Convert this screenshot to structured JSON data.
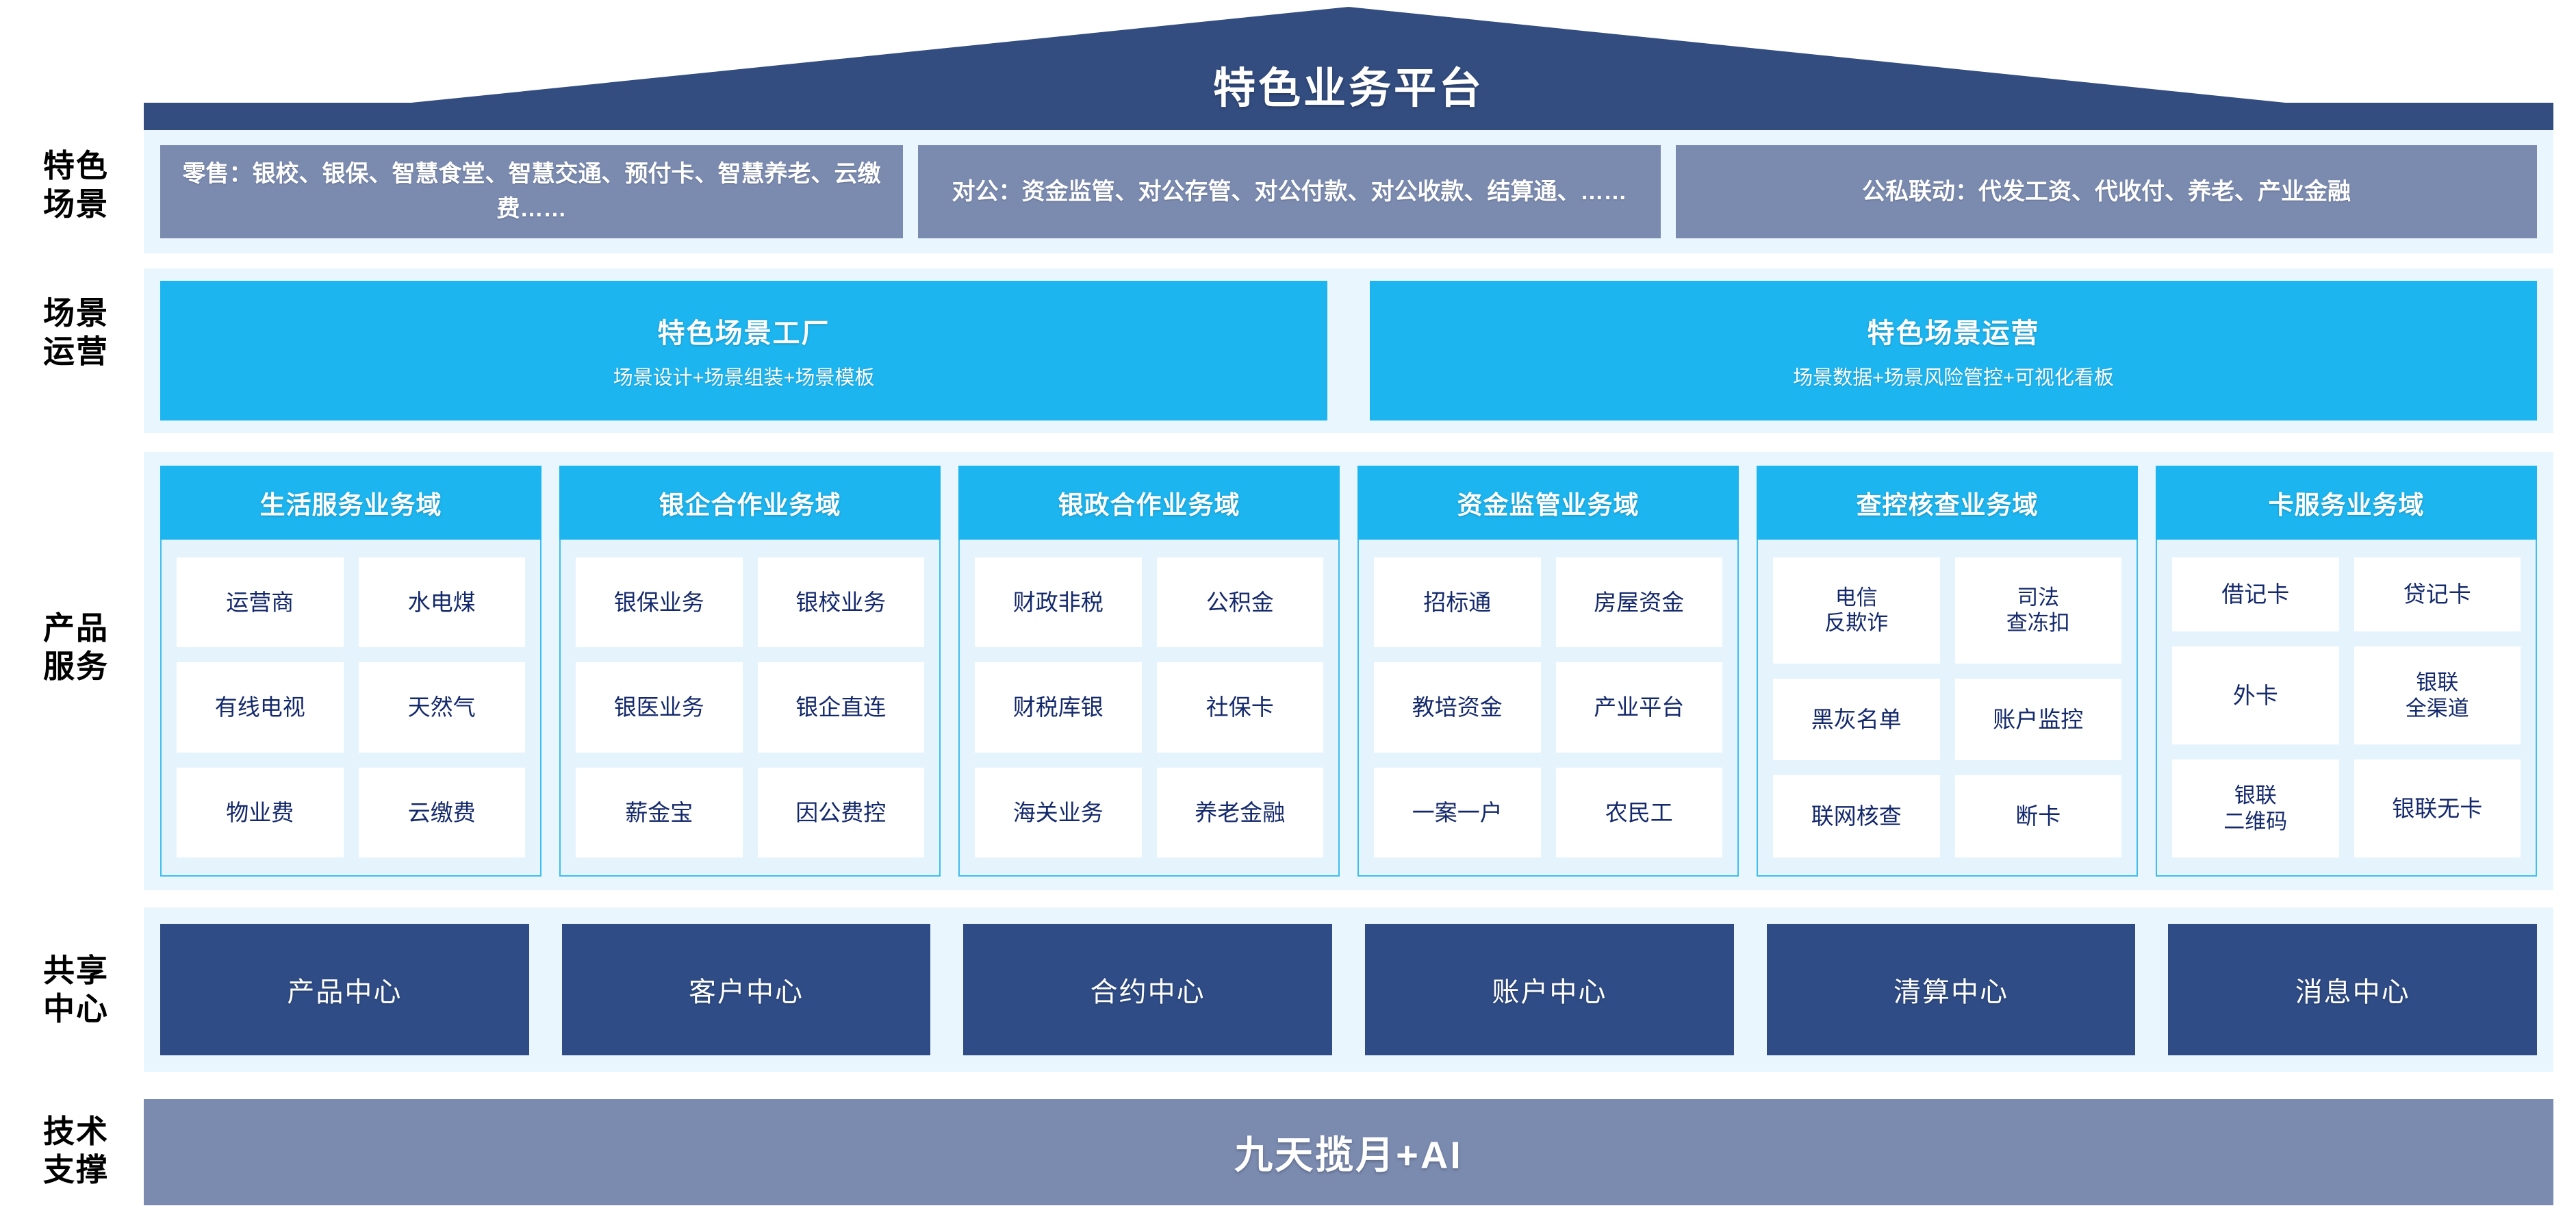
{
  "header": {
    "title": "特色业务平台",
    "roof_color": "#334d80"
  },
  "row_labels": {
    "scenarios": [
      "特色",
      "场景"
    ],
    "operations": [
      "场景",
      "运营"
    ],
    "products": [
      "产品",
      "服务"
    ],
    "shared": [
      "共享",
      "中心"
    ],
    "tech": [
      "技术",
      "支撑"
    ]
  },
  "scenarios": {
    "boxes": [
      {
        "text": "零售：银校、银保、智慧食堂、智慧交通、预付卡、智慧养老、云缴费……"
      },
      {
        "text": "对公：资金监管、对公存管、对公付款、对公收款、结算通、……"
      },
      {
        "text": "公私联动：代发工资、代收付、养老、产业金融"
      }
    ],
    "box_color": "#7b8bb0"
  },
  "operations": {
    "boxes": [
      {
        "title": "特色场景工厂",
        "subtitle": "场景设计+场景组装+场景模板"
      },
      {
        "title": "特色场景运营",
        "subtitle": "场景数据+场景风险管控+可视化看板"
      }
    ],
    "box_color": "#1db5ef"
  },
  "products": {
    "header_color": "#1db5ef",
    "border_color": "#3fbdf0",
    "cell_text_color": "#14296b",
    "domains": [
      {
        "title": "生活服务业务域",
        "cells": [
          "运营商",
          "水电煤",
          "有线电视",
          "天然气",
          "物业费",
          "云缴费"
        ]
      },
      {
        "title": "银企合作业务域",
        "cells": [
          "银保业务",
          "银校业务",
          "银医业务",
          "银企直连",
          "薪金宝",
          "因公费控"
        ]
      },
      {
        "title": "银政合作业务域",
        "cells": [
          "财政非税",
          "公积金",
          "财税库银",
          "社保卡",
          "海关业务",
          "养老金融"
        ]
      },
      {
        "title": "资金监管业务域",
        "cells": [
          "招标通",
          "房屋资金",
          "教培资金",
          "产业平台",
          "一案一户",
          "农民工"
        ]
      },
      {
        "title": "查控核查业务域",
        "cells": [
          "电信\n反欺诈",
          "司法\n查冻扣",
          "黑灰名单",
          "账户监控",
          "联网核查",
          "断卡"
        ]
      },
      {
        "title": "卡服务业务域",
        "cells": [
          "借记卡",
          "贷记卡",
          "外卡",
          "银联\n全渠道",
          "银联\n二维码",
          "银联无卡"
        ]
      }
    ]
  },
  "shared_centers": {
    "box_color": "#2f4c86",
    "items": [
      "产品中心",
      "客户中心",
      "合约中心",
      "账户中心",
      "清算中心",
      "消息中心"
    ]
  },
  "tech_support": {
    "label": "九天揽月+AI",
    "bar_color": "#7b8bb0"
  }
}
